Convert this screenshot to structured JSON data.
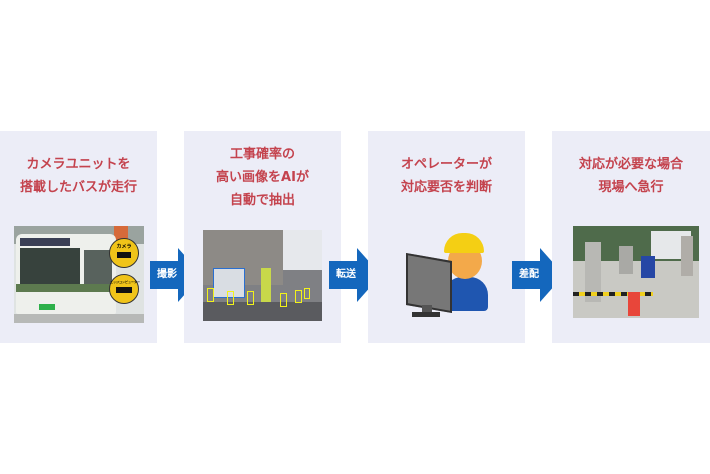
{
  "steps": [
    {
      "title_lines": [
        "カメラユニットを",
        "搭載したバスが走行"
      ],
      "image": "bus-with-camera-photo",
      "badges": [
        "カメラ",
        "エッジコンピューター"
      ]
    },
    {
      "title_lines": [
        "工事確率の",
        "高い画像をAIが",
        "自動で抽出"
      ],
      "image": "ai-detection-photo"
    },
    {
      "title_lines": [
        "オペレーターが",
        "対応要否を判断"
      ],
      "image": "operator-illustration"
    },
    {
      "title_lines": [
        "対応が必要な場合",
        "現場へ急行"
      ],
      "image": "field-worksite-photo"
    }
  ],
  "arrows": [
    {
      "label": "撮影"
    },
    {
      "label": "転送"
    },
    {
      "label": "差配"
    }
  ],
  "colors": {
    "panel_bg": "#ecedf7",
    "title": "#c4434e",
    "arrow": "#1467bd"
  }
}
